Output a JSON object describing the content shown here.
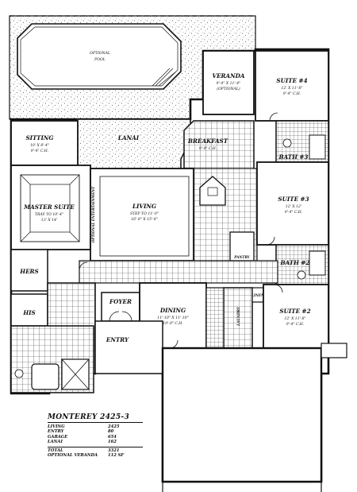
{
  "plan": {
    "model": "MONTEREY 2425-3",
    "rooms": {
      "pool": {
        "name": "OPTIONAL",
        "name2": "POOL"
      },
      "veranda": {
        "name": "VERANDA",
        "dim": "9'-4\" X 11'-4\"",
        "note": "(OPTIONAL)"
      },
      "suite4": {
        "name": "SUITE #4",
        "dim": "12' X 11'-8\"",
        "ceiling": "9'-4\" C.H."
      },
      "sitting": {
        "name": "SITTING",
        "dim": "10' X 8'-4\"",
        "ceiling": "9'-4\" C.H."
      },
      "lanai": {
        "name": "LANAI"
      },
      "breakfast": {
        "name": "BREAKFAST",
        "ceiling": "9'-4\" C.H."
      },
      "bath3": {
        "name": "BATH #3"
      },
      "master": {
        "name": "MASTER SUITE",
        "dim": "TRAY TO 10'-4\"",
        "dim2": "13' X 14'"
      },
      "living": {
        "name": "LIVING",
        "dim": "STEP TO 11'-0\"",
        "dim2": "16'-8\" X 15'-8\""
      },
      "suite3": {
        "name": "SUITE #3",
        "dim": "12' X 12'",
        "ceiling": "9'-4\" C.H."
      },
      "pantry": {
        "name": "PANTRY"
      },
      "bath2": {
        "name": "BATH #2"
      },
      "hers": {
        "name": "HERS"
      },
      "his": {
        "name": "HIS"
      },
      "foyer": {
        "name": "FOYER"
      },
      "dining": {
        "name": "DINING",
        "dim": "11'-10\" X 11'-10\"",
        "ceiling": "10'-0\" C.H."
      },
      "laundry": {
        "name": "LAUNDRY"
      },
      "linen": {
        "name": "LINEN"
      },
      "suite2": {
        "name": "SUITE #2",
        "dim": "12' X 11'-8\"",
        "ceiling": "9'-4\" C.H."
      },
      "entry": {
        "name": "ENTRY"
      },
      "entertainment": {
        "name": "OPTIONAL ENTERTAINMENT"
      }
    },
    "areas": {
      "rows": [
        {
          "label": "LIVING",
          "value": "2425"
        },
        {
          "label": "ENTRY",
          "value": "80"
        },
        {
          "label": "GARAGE",
          "value": "654"
        },
        {
          "label": "LANAI",
          "value": "162"
        }
      ],
      "total_label": "TOTAL",
      "total_value": "3321",
      "optional_label": "OPTIONAL VERANDA",
      "optional_value": "112 SF"
    }
  }
}
